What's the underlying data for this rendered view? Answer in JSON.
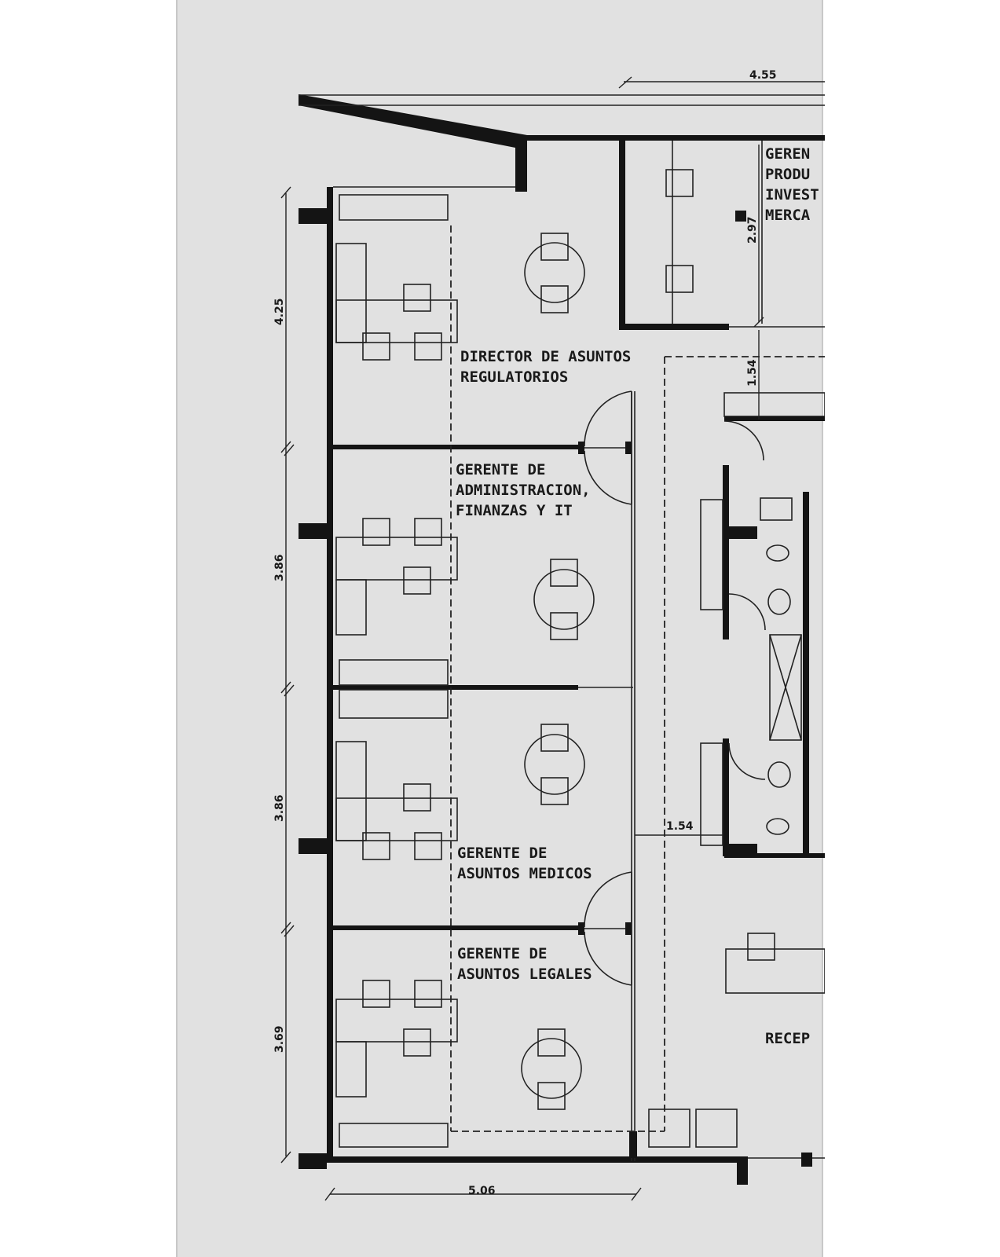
{
  "rooms": {
    "director_regulatorios": [
      "DIRECTOR DE ASUNTOS",
      "REGULATORIOS"
    ],
    "gerente_admin": [
      "GERENTE DE",
      "ADMINISTRACION,",
      "FINANZAS Y IT"
    ],
    "gerente_medicos": [
      "GERENTE DE",
      "ASUNTOS MEDICOS"
    ],
    "gerente_legales": [
      "GERENTE DE",
      "ASUNTOS LEGALES"
    ],
    "gerente_producto_cut": [
      "GEREN",
      "PRODU",
      "INVEST",
      "MERCA"
    ],
    "recepcion_cut": "RECEP"
  },
  "dimensions": {
    "top_width": "4.55",
    "bottom_width": "5.06",
    "height_1": "4.25",
    "height_2": "3.86",
    "height_3": "3.86",
    "height_4": "3.69",
    "vertical_small": "2.97",
    "vertical_corridor": "1.54",
    "horizontal_corridor": "1.54"
  },
  "colors": {
    "paper": "#e1e1e1",
    "ink": "#141414"
  }
}
